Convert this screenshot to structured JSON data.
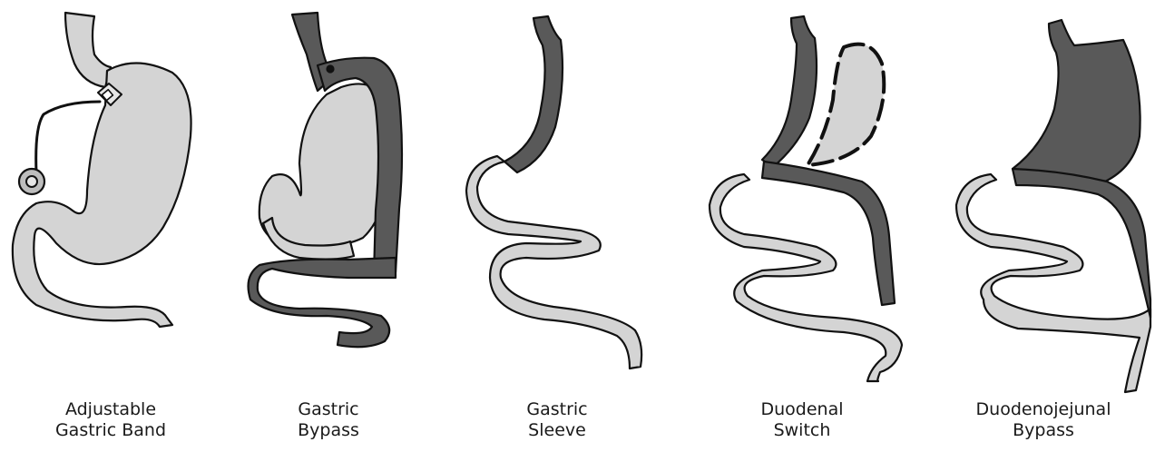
{
  "colors": {
    "stomach_fill": "#d4d4d4",
    "bypass_fill": "#595959",
    "outline": "#111111",
    "text": "#1a1a1a"
  },
  "procedures": [
    {
      "line1": "Adjustable",
      "line2": "Gastric Band"
    },
    {
      "line1": "Gastric",
      "line2": "Bypass"
    },
    {
      "line1": "Gastric",
      "line2": "Sleeve"
    },
    {
      "line1": "Duodenal",
      "line2": "Switch"
    },
    {
      "line1": "Duodenojejunal",
      "line2": "Bypass"
    }
  ]
}
